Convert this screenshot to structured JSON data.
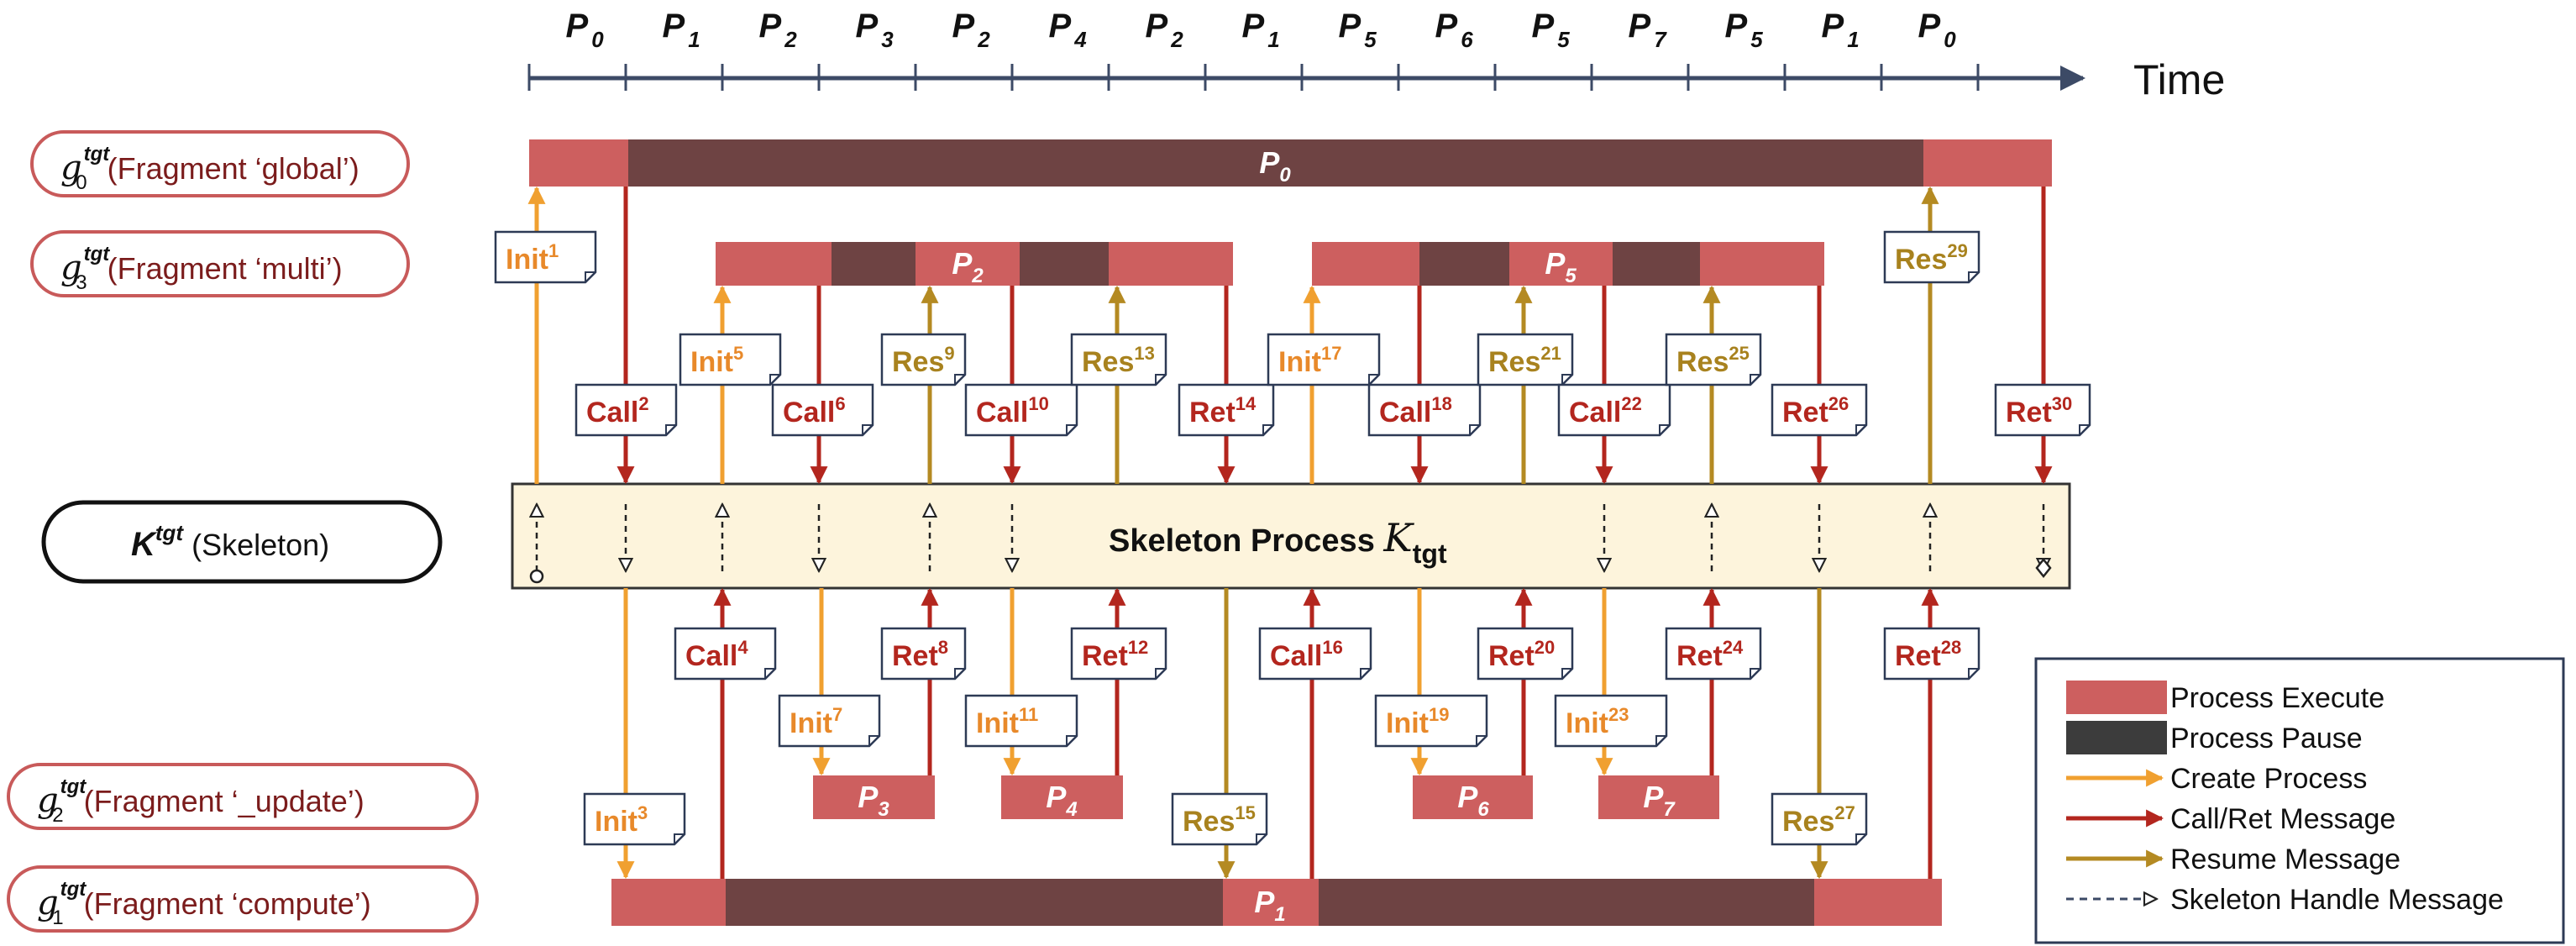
{
  "colors": {
    "execute": "#cd5f5f",
    "pause": "#6e4343",
    "create": "#f0a030",
    "callret": "#b3261e",
    "resume": "#b48a22",
    "handle": "#222222",
    "skeleton_fill": "#fdf4dc",
    "frag_border": "#c85a5a",
    "axis": "#3c4a66"
  },
  "timeline": {
    "labels": [
      {
        "main": "P",
        "sub": "0"
      },
      {
        "main": "P",
        "sub": "1"
      },
      {
        "main": "P",
        "sub": "2"
      },
      {
        "main": "P",
        "sub": "3"
      },
      {
        "main": "P",
        "sub": "2"
      },
      {
        "main": "P",
        "sub": "4"
      },
      {
        "main": "P",
        "sub": "2"
      },
      {
        "main": "P",
        "sub": "1"
      },
      {
        "main": "P",
        "sub": "5"
      },
      {
        "main": "P",
        "sub": "6"
      },
      {
        "main": "P",
        "sub": "5"
      },
      {
        "main": "P",
        "sub": "7"
      },
      {
        "main": "P",
        "sub": "5"
      },
      {
        "main": "P",
        "sub": "1"
      },
      {
        "main": "P",
        "sub": "0"
      }
    ],
    "axis_label": "Time"
  },
  "fragments": [
    {
      "id": "g0",
      "sym": "g",
      "sub": "0",
      "sup": "tgt",
      "text": "(Fragment ‘global’)"
    },
    {
      "id": "g3",
      "sym": "g",
      "sub": "3",
      "sup": "tgt",
      "text": "(Fragment ‘multi’)"
    },
    {
      "id": "k",
      "sym": "K",
      "sup": "tgt",
      "text": "(Skeleton)"
    },
    {
      "id": "g2",
      "sym": "g",
      "sub": "2",
      "sup": "tgt",
      "text": "(Fragment ‘_update’)"
    },
    {
      "id": "g1",
      "sym": "g",
      "sub": "1",
      "sup": "tgt",
      "text": "(Fragment ‘compute’)"
    }
  ],
  "skeleton": {
    "label": "Skeleton Process ",
    "script": "K",
    "sub": "tgt"
  },
  "processes": [
    {
      "id": "P0",
      "main": "P",
      "sub": "0"
    },
    {
      "id": "P2",
      "main": "P",
      "sub": "2"
    },
    {
      "id": "P5",
      "main": "P",
      "sub": "5"
    },
    {
      "id": "P1",
      "main": "P",
      "sub": "1"
    },
    {
      "id": "P3",
      "main": "P",
      "sub": "3"
    },
    {
      "id": "P4",
      "main": "P",
      "sub": "4"
    },
    {
      "id": "P6",
      "main": "P",
      "sub": "6"
    },
    {
      "id": "P7",
      "main": "P",
      "sub": "7"
    }
  ],
  "messages": [
    {
      "kind": "create",
      "label": "Init",
      "n": "1"
    },
    {
      "kind": "callret",
      "label": "Call",
      "n": "2"
    },
    {
      "kind": "create",
      "label": "Init",
      "n": "3"
    },
    {
      "kind": "callret",
      "label": "Call",
      "n": "4"
    },
    {
      "kind": "create",
      "label": "Init",
      "n": "5"
    },
    {
      "kind": "callret",
      "label": "Call",
      "n": "6"
    },
    {
      "kind": "create",
      "label": "Init",
      "n": "7"
    },
    {
      "kind": "callret",
      "label": "Ret",
      "n": "8"
    },
    {
      "kind": "resume",
      "label": "Res",
      "n": "9"
    },
    {
      "kind": "callret",
      "label": "Call",
      "n": "10"
    },
    {
      "kind": "create",
      "label": "Init",
      "n": "11"
    },
    {
      "kind": "callret",
      "label": "Ret",
      "n": "12"
    },
    {
      "kind": "resume",
      "label": "Res",
      "n": "13"
    },
    {
      "kind": "callret",
      "label": "Ret",
      "n": "14"
    },
    {
      "kind": "resume",
      "label": "Res",
      "n": "15"
    },
    {
      "kind": "callret",
      "label": "Call",
      "n": "16"
    },
    {
      "kind": "create",
      "label": "Init",
      "n": "17"
    },
    {
      "kind": "callret",
      "label": "Call",
      "n": "18"
    },
    {
      "kind": "create",
      "label": "Init",
      "n": "19"
    },
    {
      "kind": "callret",
      "label": "Ret",
      "n": "20"
    },
    {
      "kind": "resume",
      "label": "Res",
      "n": "21"
    },
    {
      "kind": "callret",
      "label": "Call",
      "n": "22"
    },
    {
      "kind": "create",
      "label": "Init",
      "n": "23"
    },
    {
      "kind": "callret",
      "label": "Ret",
      "n": "24"
    },
    {
      "kind": "resume",
      "label": "Res",
      "n": "25"
    },
    {
      "kind": "callret",
      "label": "Ret",
      "n": "26"
    },
    {
      "kind": "resume",
      "label": "Res",
      "n": "27"
    },
    {
      "kind": "callret",
      "label": "Ret",
      "n": "28"
    },
    {
      "kind": "resume",
      "label": "Res",
      "n": "29"
    },
    {
      "kind": "callret",
      "label": "Ret",
      "n": "30"
    }
  ],
  "legend": [
    {
      "kind": "execute",
      "label": "Process Execute"
    },
    {
      "kind": "pause",
      "label": "Process Pause"
    },
    {
      "kind": "create",
      "label": "Create Process"
    },
    {
      "kind": "callret",
      "label": "Call/Ret Message"
    },
    {
      "kind": "resume",
      "label": "Resume Message"
    },
    {
      "kind": "handle",
      "label": "Skeleton Handle Message"
    }
  ]
}
